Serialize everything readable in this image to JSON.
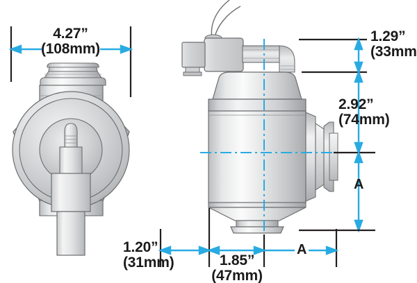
{
  "drawing": {
    "title": "Solenoid valve dimensioned technical drawing",
    "views": [
      {
        "name": "front-view",
        "label": ""
      },
      {
        "name": "side-view",
        "label": ""
      }
    ],
    "colors": {
      "dimension_line": "#29abe2",
      "outline": "#58595b",
      "text": "#1a1a1a",
      "metal_light": "#f2f2f2",
      "metal_mid": "#d9dadb",
      "metal_dark": "#a7a9ac",
      "background": "#ffffff"
    }
  },
  "dimensions": {
    "width_overall": {
      "name": "overall-width",
      "inches": "4.27”",
      "mm": "(108mm)"
    },
    "top_height": {
      "name": "top-height",
      "inches": "1.29”",
      "mm": "(33mm)"
    },
    "port_height": {
      "name": "port-center-height",
      "inches": "2.92”",
      "mm": "(74mm)"
    },
    "base_offset": {
      "name": "base-offset",
      "inches": "1.20”",
      "mm": "(31mm)"
    },
    "base_width": {
      "name": "base-width",
      "inches": "1.85”",
      "mm": "(47mm)"
    },
    "a_vertical": {
      "name": "dimension-a-vertical",
      "label": "A"
    },
    "a_horizontal": {
      "name": "dimension-a-horizontal",
      "label": "A"
    }
  }
}
